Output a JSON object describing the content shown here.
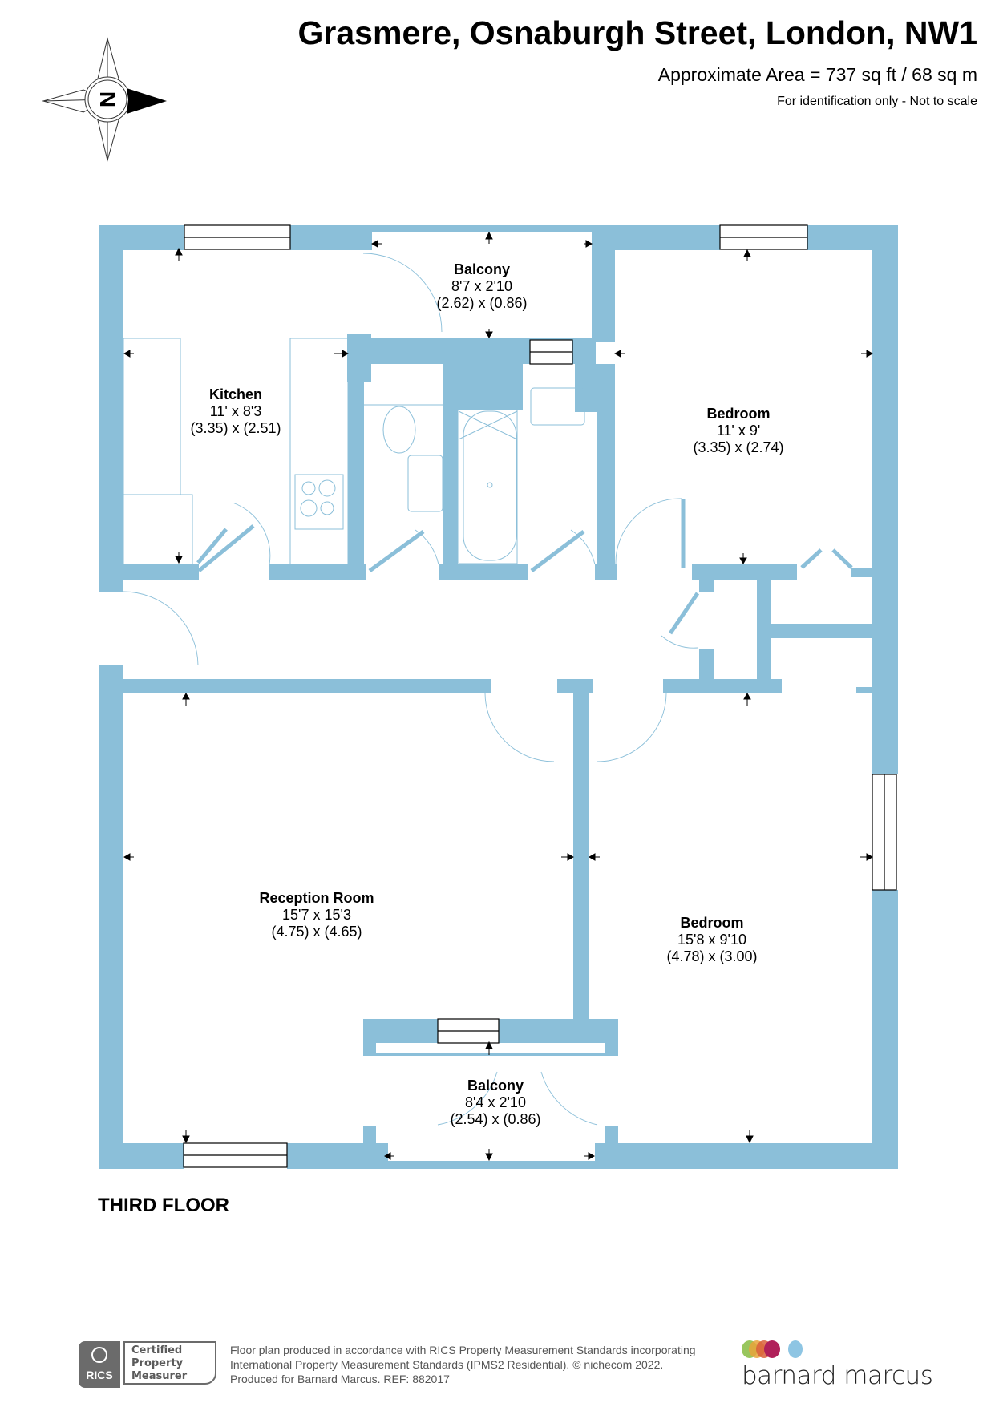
{
  "header": {
    "title": "Grasmere, Osnaburgh Street, London, NW1",
    "area": "Approximate Area = 737 sq ft / 68 sq m",
    "note": "For identification only - Not to scale",
    "compass_label": "N"
  },
  "colors": {
    "wall": "#8bbfd9",
    "fixture_line": "#8bbfd9",
    "text": "#000000"
  },
  "rooms": [
    {
      "name": "Kitchen",
      "imperial": "11' x 8'3",
      "metric": "(3.35) x (2.51)"
    },
    {
      "name": "Balcony",
      "imperial": "8'7 x 2'10",
      "metric": "(2.62) x (0.86)"
    },
    {
      "name": "Bedroom",
      "imperial": "11' x 9'",
      "metric": "(3.35) x (2.74)"
    },
    {
      "name": "Reception Room",
      "imperial": "15'7 x 15'3",
      "metric": "(4.75) x (4.65)"
    },
    {
      "name": "Bedroom",
      "imperial": "15'8 x 9'10",
      "metric": "(4.78) x (3.00)"
    },
    {
      "name": "Balcony",
      "imperial": "8'4 x 2'10",
      "metric": "(2.54) x (0.86)"
    }
  ],
  "floor_label": "THIRD FLOOR",
  "footer": {
    "rics_mark": "RICS",
    "rics_badge": [
      "Certified",
      "Property",
      "Measurer"
    ],
    "legal_lines": [
      "Floor plan produced in accordance with RICS Property Measurement Standards incorporating",
      "International Property Measurement Standards (IPMS2 Residential).   © nichecom 2022.",
      "Produced for Barnard Marcus.   REF:  882017"
    ],
    "brand_name": "barnard marcus",
    "brand_dot_colors": [
      "#8dc04b",
      "#e8a33a",
      "#d9603b",
      "#b0205a",
      "#8ec5e3"
    ]
  }
}
